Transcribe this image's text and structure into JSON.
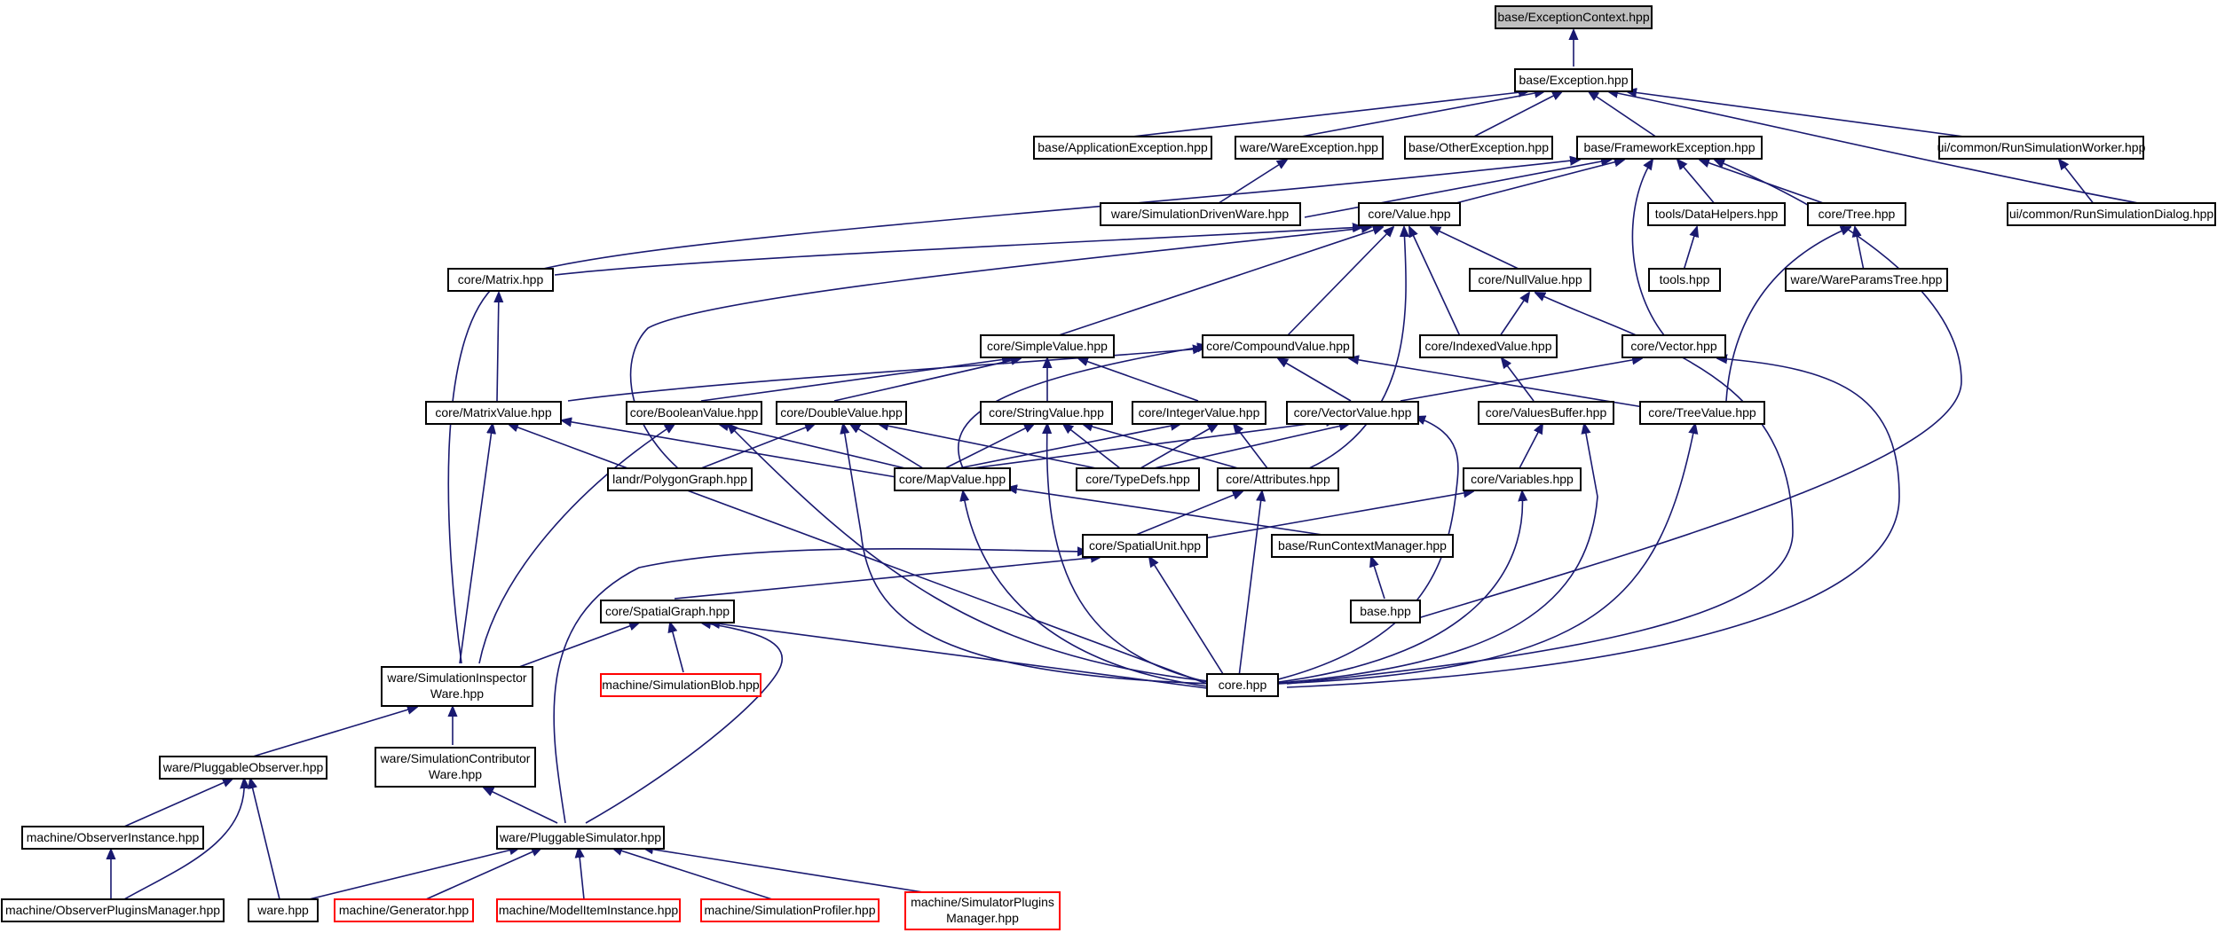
{
  "colors": {
    "edge": "#191970",
    "node_border": "#000000",
    "node_border_truncated": "#ff0000",
    "root_fill": "#bfbfbf",
    "background": "#ffffff"
  },
  "nodes": {
    "exceptioncontext": {
      "label": "base/ExceptionContext.hpp"
    },
    "exception": {
      "label": "base/Exception.hpp"
    },
    "applicationexception": {
      "label": "base/ApplicationException.hpp"
    },
    "wareexception": {
      "label": "ware/WareException.hpp"
    },
    "otherexception": {
      "label": "base/OtherException.hpp"
    },
    "frameworkexception": {
      "label": "base/FrameworkException.hpp"
    },
    "runsimulationworker": {
      "label": "ui/common/RunSimulationWorker.hpp"
    },
    "simulationdrivenware": {
      "label": "ware/SimulationDrivenWare.hpp"
    },
    "value": {
      "label": "core/Value.hpp"
    },
    "datahelpers": {
      "label": "tools/DataHelpers.hpp"
    },
    "tree": {
      "label": "core/Tree.hpp"
    },
    "runsimulationdialog": {
      "label": "ui/common/RunSimulationDialog.hpp"
    },
    "matrix": {
      "label": "core/Matrix.hpp"
    },
    "nullvalue": {
      "label": "core/NullValue.hpp"
    },
    "tools": {
      "label": "tools.hpp"
    },
    "wareparamstree": {
      "label": "ware/WareParamsTree.hpp"
    },
    "simplevalue": {
      "label": "core/SimpleValue.hpp"
    },
    "compoundvalue": {
      "label": "core/CompoundValue.hpp"
    },
    "indexedvalue": {
      "label": "core/IndexedValue.hpp"
    },
    "vector": {
      "label": "core/Vector.hpp"
    },
    "matrixvalue": {
      "label": "core/MatrixValue.hpp"
    },
    "booleanvalue": {
      "label": "core/BooleanValue.hpp"
    },
    "doublevalue": {
      "label": "core/DoubleValue.hpp"
    },
    "stringvalue": {
      "label": "core/StringValue.hpp"
    },
    "integervalue": {
      "label": "core/IntegerValue.hpp"
    },
    "vectorvalue": {
      "label": "core/VectorValue.hpp"
    },
    "valuesbuffer": {
      "label": "core/ValuesBuffer.hpp"
    },
    "treevalue": {
      "label": "core/TreeValue.hpp"
    },
    "polygongraph": {
      "label": "landr/PolygonGraph.hpp"
    },
    "mapvalue": {
      "label": "core/MapValue.hpp"
    },
    "typedefs": {
      "label": "core/TypeDefs.hpp"
    },
    "attributes": {
      "label": "core/Attributes.hpp"
    },
    "variables": {
      "label": "core/Variables.hpp"
    },
    "spatialunit": {
      "label": "core/SpatialUnit.hpp"
    },
    "runcontextmanager": {
      "label": "base/RunContextManager.hpp"
    },
    "spatialgraph": {
      "label": "core/SpatialGraph.hpp"
    },
    "base": {
      "label": "base.hpp"
    },
    "simulationinspectorware": {
      "label_line1": "ware/SimulationInspector",
      "label_line2": "Ware.hpp"
    },
    "simulationblob": {
      "label": "machine/SimulationBlob.hpp"
    },
    "core": {
      "label": "core.hpp"
    },
    "pluggableobserver": {
      "label": "ware/PluggableObserver.hpp"
    },
    "simulationcontributorware": {
      "label_line1": "ware/SimulationContributor",
      "label_line2": "Ware.hpp"
    },
    "observerinstance": {
      "label": "machine/ObserverInstance.hpp"
    },
    "pluggablesimulator": {
      "label": "ware/PluggableSimulator.hpp"
    },
    "observerpluginsmanager": {
      "label": "machine/ObserverPluginsManager.hpp"
    },
    "ware": {
      "label": "ware.hpp"
    },
    "generator": {
      "label": "machine/Generator.hpp"
    },
    "modeliteminstance": {
      "label": "machine/ModelItemInstance.hpp"
    },
    "simulationprofiler": {
      "label": "machine/SimulationProfiler.hpp"
    },
    "simulatorpluginsmanager": {
      "label_line1": "machine/SimulatorPlugins",
      "label_line2": "Manager.hpp"
    }
  }
}
